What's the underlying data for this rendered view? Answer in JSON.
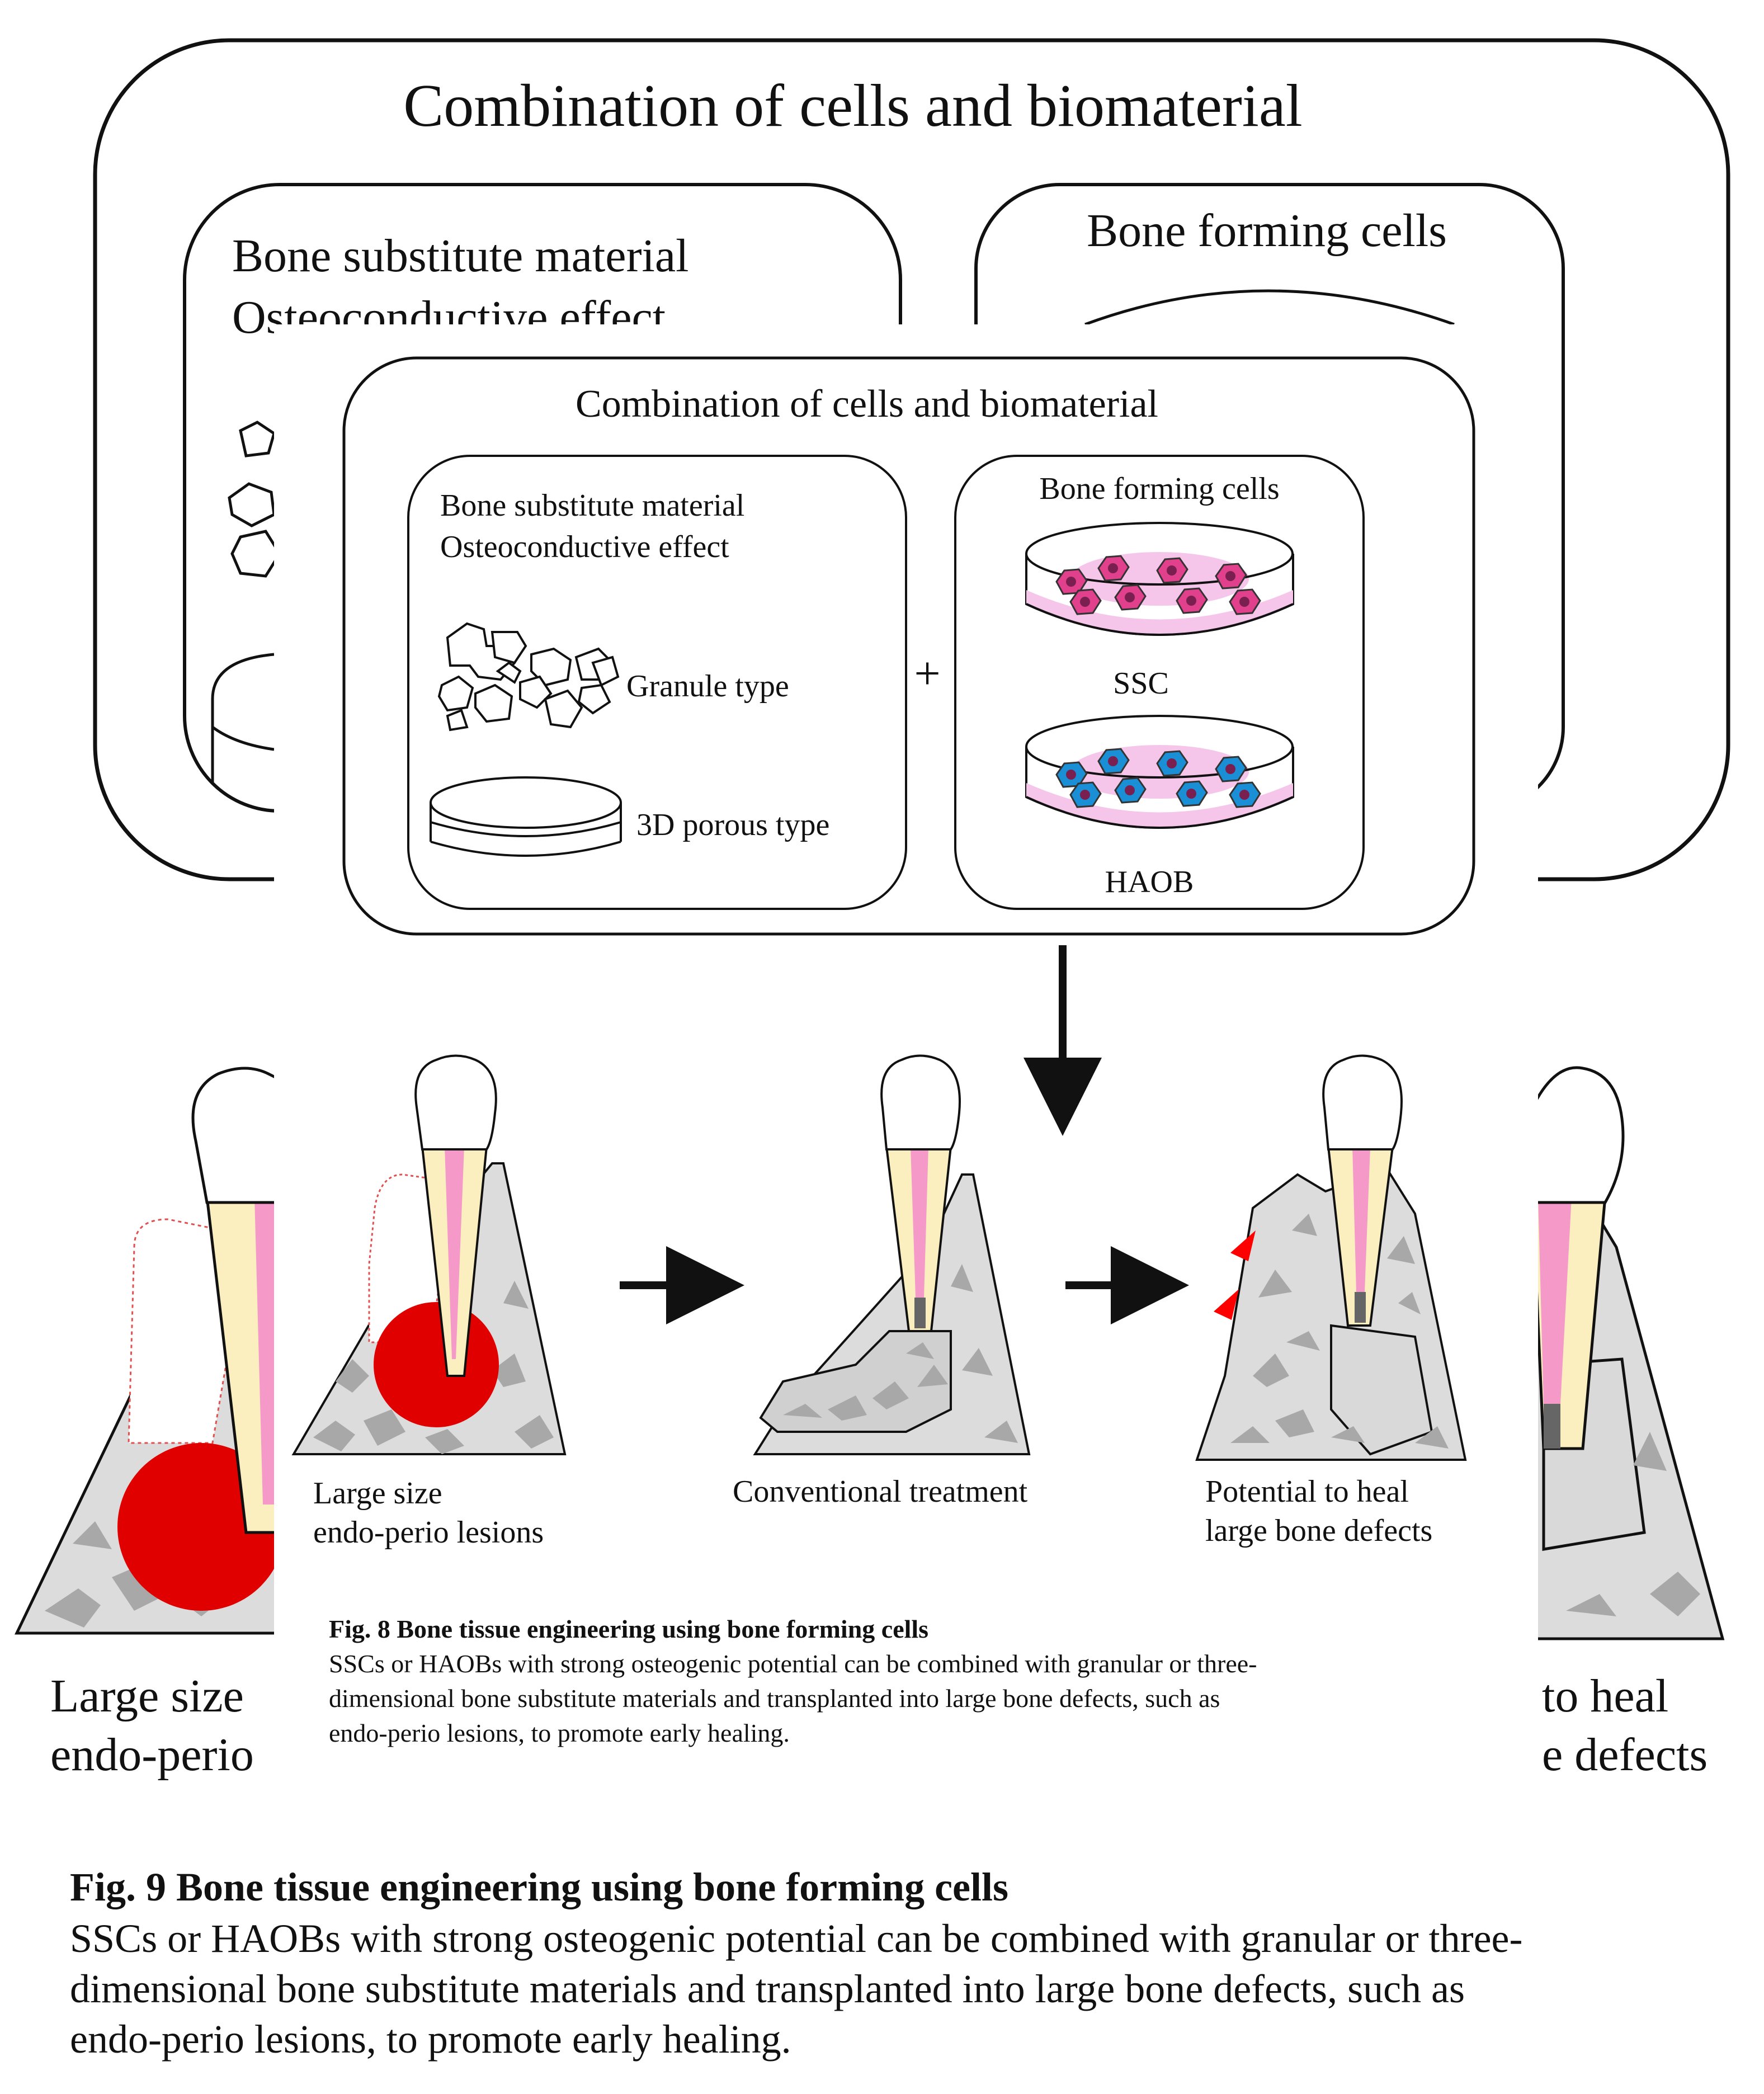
{
  "colors": {
    "line": "#111111",
    "crown": "#ffffff",
    "dentin": "#fbefc0",
    "pulp": "#f59ac8",
    "bone_fill": "#dcdcdc",
    "bone_lacuna": "#a8a8a8",
    "graft": "#d9d9d9",
    "lesion": "#e00000",
    "ssc_cell": "#e0408c",
    "haob_cell": "#1a8fd6",
    "medium": "#f6c6ea",
    "arrowhead": "#ff0000"
  },
  "outer_panel": {
    "title": "Combination of cells and biomaterial",
    "left_box": {
      "line1": "Bone substitute material",
      "line2": "Osteoconductive effect"
    },
    "right_box": {
      "title": "Bone forming cells"
    },
    "stage_labels": {
      "left_line1": "Large size",
      "left_line2": "endo-perio",
      "right_line1": "to heal",
      "right_line2": "e defects"
    }
  },
  "inner_panel": {
    "title": "Combination of cells and biomaterial",
    "material_box": {
      "line1": "Bone substitute material",
      "line2": "Osteoconductive effect",
      "granule_label": "Granule type",
      "porous_label": "3D porous type"
    },
    "plus": "+",
    "cells_box": {
      "title": "Bone forming cells",
      "dish1_label": "SSC",
      "dish2_label": "HAOB"
    },
    "stages": [
      {
        "line1": "Large size",
        "line2": "endo-perio lesions"
      },
      {
        "line1": "Conventional treatment",
        "line2": ""
      },
      {
        "line1": "Potential to heal",
        "line2": "large bone defects"
      }
    ],
    "caption": {
      "title": "Fig. 8 Bone tissue engineering using bone forming cells",
      "line1": "SSCs or HAOBs with strong osteogenic potential can be combined with granular or three-",
      "line2": "dimensional bone substitute materials and transplanted into large bone defects, such as",
      "line3": "endo-perio lesions, to promote early healing."
    }
  },
  "caption": {
    "title_prefix": "Fig. 9",
    "title_rest": " Bone tissue engineering using bone forming cells",
    "line1": "SSCs or HAOBs with strong osteogenic potential can be combined with granular or three-",
    "line2": "dimensional bone substitute materials and transplanted into large bone defects, such as",
    "line3": "endo-perio lesions, to promote early healing."
  }
}
